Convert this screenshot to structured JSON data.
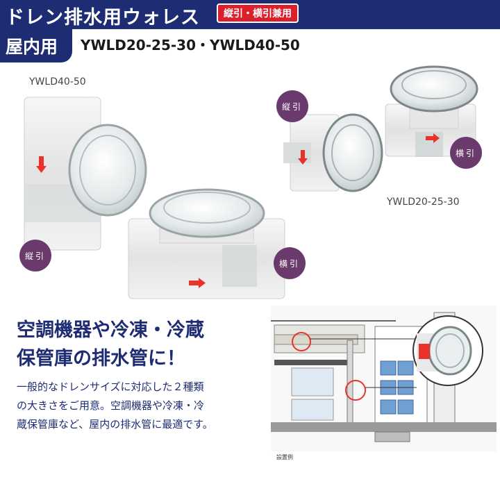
{
  "header": {
    "title": "ドレン排水用ウォレス",
    "usage_badge": "縦引・横引兼用"
  },
  "indoor_tab": "屋内用",
  "models_line": "YWLD20-25-30・YWLD40-50",
  "products": {
    "large_label": "YWLD40-50",
    "small_label": "YWLD20-25-30",
    "badges": {
      "large_vertical": "縦引",
      "large_horizontal": "横引",
      "small_vertical": "縦引",
      "small_horizontal": "横引"
    }
  },
  "headline": {
    "line1": "空調機器や冷凍・冷蔵",
    "line2": "保管庫の排水管に！"
  },
  "body": {
    "line1": "一般的なドレンサイズに対応した２種類",
    "line2": "の大きさをご用意。空調機器や冷凍・冷",
    "line3": "蔵保管庫など、屋内の排水管に最適です。"
  },
  "diagram_caption": "設置例",
  "colors": {
    "navy": "#1d2c73",
    "badge_purple": "#6b3a6d",
    "badge_red": "#d9202c",
    "arrow_red": "#e8322a"
  }
}
